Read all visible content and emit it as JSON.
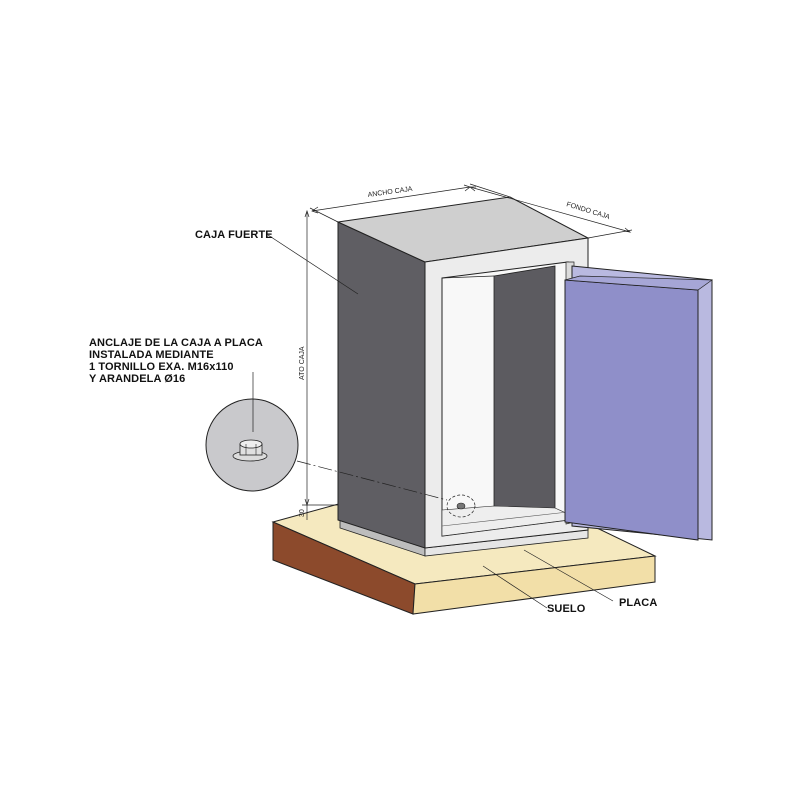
{
  "labels": {
    "caja_fuerte": "CAJA FUERTE",
    "anclaje": [
      "ANCLAJE DE LA CAJA A PLACA",
      "INSTALADA MEDIANTE",
      "1 TORNILLO EXA. M16x110",
      "Y ARANDELA Ø16"
    ],
    "suelo": "SUELO",
    "placa": "PLACA"
  },
  "dimensions": {
    "ancho": "ANCHO CAJA",
    "fondo": "FONDO CAJA",
    "alto": "ATO CAJA",
    "placa_espesor": "30"
  },
  "colors": {
    "box_side": "#5f5e63",
    "box_top": "#cfcfcf",
    "box_front": "#e8e8e8",
    "door": "#8f8fc9",
    "door_frame": "#b9b9e0",
    "floor_top": "#f5e9bf",
    "floor_front": "#f2dfa8",
    "floor_side": "#8c4a2c",
    "detail_circle": "#c9c9cc"
  }
}
